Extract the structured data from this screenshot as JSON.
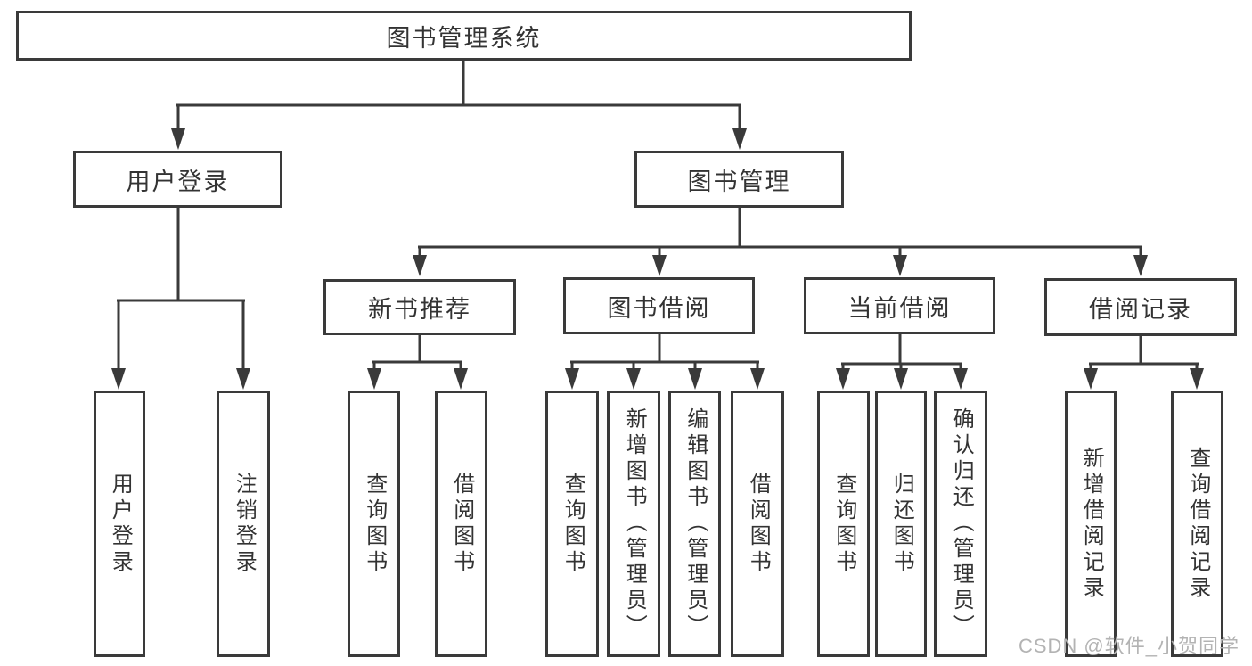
{
  "watermark": "CSDN @软件_小贺同学",
  "colors": {
    "line": "#3a3a3a",
    "text": "#333333",
    "watermark": "#b3b3b3",
    "background": "#ffffff"
  },
  "nodes": {
    "root": "图书管理系统",
    "level2": [
      {
        "label": "用户登录"
      },
      {
        "label": "图书管理"
      }
    ],
    "level3": [
      {
        "label": "新书推荐"
      },
      {
        "label": "图书借阅"
      },
      {
        "label": "当前借阅"
      },
      {
        "label": "借阅记录"
      }
    ],
    "leaves": [
      "用户登录",
      "注销登录",
      "查询图书",
      "借阅图书",
      "查询图书",
      "新增图书（管理员）",
      "编辑图书（管理员）",
      "借阅图书",
      "查询图书",
      "归还图书",
      "确认归还（管理员）",
      "新增借阅记录",
      "查询借阅记录"
    ]
  }
}
